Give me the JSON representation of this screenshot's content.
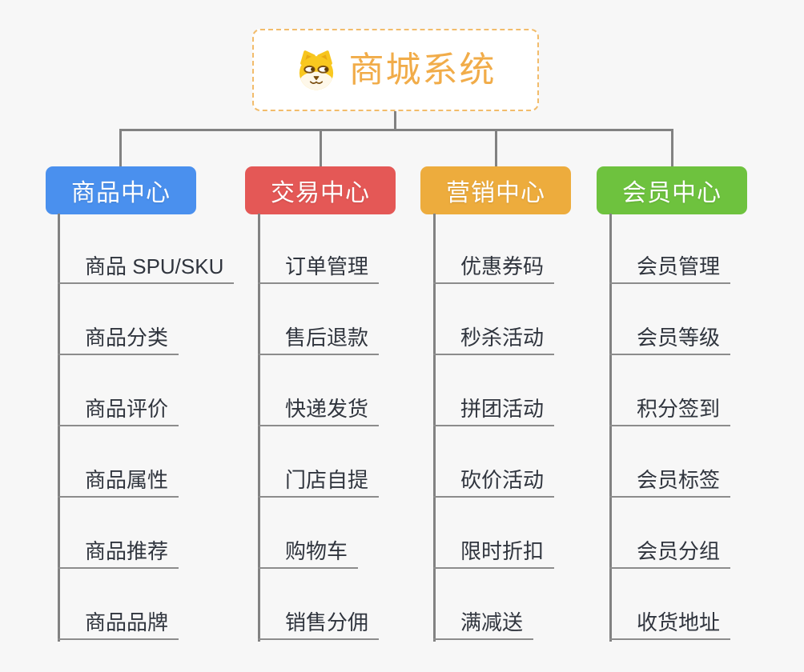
{
  "root": {
    "title": "商城系统",
    "icon": "doge-icon",
    "title_color": "#F1AC49",
    "border_color": "#F2BC6B"
  },
  "branches": [
    {
      "label": "商品中心",
      "color": "#4A90EE",
      "items": [
        "商品 SPU/SKU",
        "商品分类",
        "商品评价",
        "商品属性",
        "商品推荐",
        "商品品牌"
      ]
    },
    {
      "label": "交易中心",
      "color": "#E45856",
      "items": [
        "订单管理",
        "售后退款",
        "快递发货",
        "门店自提",
        "购物车",
        "销售分佣"
      ]
    },
    {
      "label": "营销中心",
      "color": "#EDAC3D",
      "items": [
        "优惠券码",
        "秒杀活动",
        "拼团活动",
        "砍价活动",
        "限时折扣",
        "满减送"
      ]
    },
    {
      "label": "会员中心",
      "color": "#6EC23E",
      "items": [
        "会员管理",
        "会员等级",
        "积分签到",
        "会员标签",
        "会员分组",
        "收货地址"
      ]
    }
  ],
  "colors": {
    "background": "#F7F7F7",
    "connector": "#828282",
    "leaf_underline": "#8C8C8C",
    "leaf_text": "#30353E",
    "branch_text": "#FFFFFF"
  }
}
